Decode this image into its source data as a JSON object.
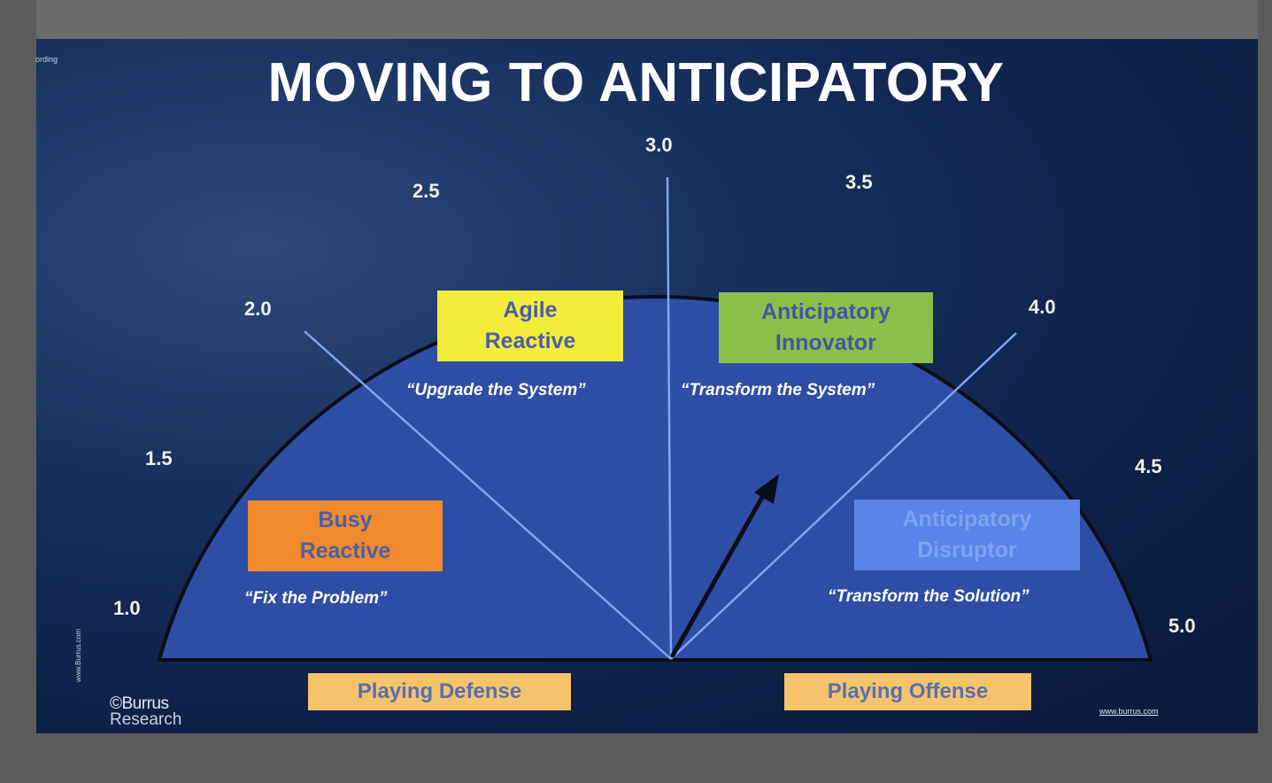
{
  "recording_label": "ording",
  "title": "MOVING TO ANTICIPATORY",
  "scale_ticks": [
    {
      "label": "1.0"
    },
    {
      "label": "1.5"
    },
    {
      "label": "2.0"
    },
    {
      "label": "2.5"
    },
    {
      "label": "3.0"
    },
    {
      "label": "3.5"
    },
    {
      "label": "4.0"
    },
    {
      "label": "4.5"
    },
    {
      "label": "5.0"
    }
  ],
  "zones": [
    {
      "title": "Busy\nReactive",
      "subtitle": "“Fix the Problem”",
      "color": "#f08a2c",
      "text_color": "#4a5fa8"
    },
    {
      "title": "Agile\nReactive",
      "subtitle": "“Upgrade the System”",
      "color": "#f4ec3a",
      "text_color": "#4a5fa8"
    },
    {
      "title": "Anticipatory\nInnovator",
      "subtitle": "“Transform the System”",
      "color": "#8bbf4a",
      "text_color": "#3f57a0"
    },
    {
      "title": "Anticipatory\nDisruptor",
      "subtitle": "“Transform the Solution”",
      "color": "#5a85e8",
      "text_color": "#7fa3f0"
    }
  ],
  "bottom_labels": {
    "defense": "Playing Defense",
    "offense": "Playing Offense"
  },
  "logo": {
    "line1": "©Burrus",
    "line2": "Research"
  },
  "url_right": "www.burrus.com",
  "url_left": "www.Burrus.com",
  "colors": {
    "gauge_fill": "#2e4ea6",
    "gauge_outline": "#0a0e1a",
    "divider": "#7fa6f0",
    "bottom_box": "#f5c46a"
  }
}
